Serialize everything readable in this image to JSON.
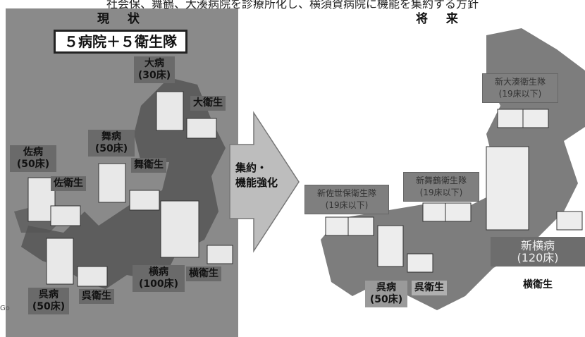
{
  "top_caption": "社会保、舞鶴、大湊病院を診療所化し、横須賀病院に機能を集約する方針",
  "left": {
    "heading": "現 状",
    "summary": "５病院＋５衛生隊",
    "hospitals": [
      {
        "name": "大病",
        "beds": "(30床)",
        "unit": "大衛生"
      },
      {
        "name": "舞病",
        "beds": "(50床)",
        "unit": "舞衛生"
      },
      {
        "name": "佐病",
        "beds": "(50床)",
        "unit": "佐衛生"
      },
      {
        "name": "横病",
        "beds": "(100床)",
        "unit": "横衛生"
      },
      {
        "name": "呉病",
        "beds": "(50床)",
        "unit": "呉衛生"
      }
    ]
  },
  "arrow_text": [
    "集約・",
    "機能強化"
  ],
  "right": {
    "heading": "将 来",
    "units": [
      {
        "name": "新大湊衛生隊",
        "beds": "(19床以下)"
      },
      {
        "name": "新舞鶴衛生隊",
        "beds": "(19床以下)"
      },
      {
        "name": "新佐世保衛生隊",
        "beds": "(19床以下)"
      }
    ],
    "yokosuka": {
      "name": "新横病",
      "beds": "(120床)",
      "unit": "横衛生"
    },
    "kure": {
      "name": "呉病",
      "beds": "(50床)",
      "unit": "呉衛生"
    }
  },
  "edge_text": "Go"
}
